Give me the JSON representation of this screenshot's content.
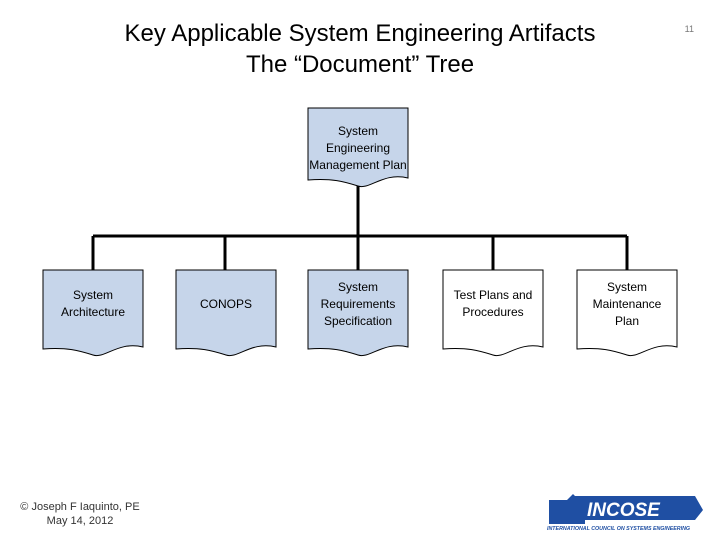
{
  "title": {
    "line1": "Key Applicable System Engineering Artifacts",
    "line2": "The “Document” Tree"
  },
  "page_number": "11",
  "root": {
    "label": "System Engineering Management Plan"
  },
  "children": [
    {
      "label": "System Architecture",
      "fill": "#c6d5ea"
    },
    {
      "label": "CONOPS",
      "fill": "#c6d5ea"
    },
    {
      "label": "System Requirements Specification",
      "fill": "#c6d5ea"
    },
    {
      "label": "Test Plans and Procedures",
      "fill": "#ffffff"
    },
    {
      "label": "System Maintenance Plan",
      "fill": "#ffffff"
    }
  ],
  "colors": {
    "doc_blue": "#c6d5ea",
    "logo_blue": "#1f4fa3",
    "line": "#000000"
  },
  "footer": {
    "line1": "© Joseph F Iaquinto, PE",
    "line2": "May 14, 2012"
  },
  "logo": {
    "text": "INCOSE",
    "tagline": "INTERNATIONAL COUNCIL ON SYSTEMS ENGINEERING"
  }
}
